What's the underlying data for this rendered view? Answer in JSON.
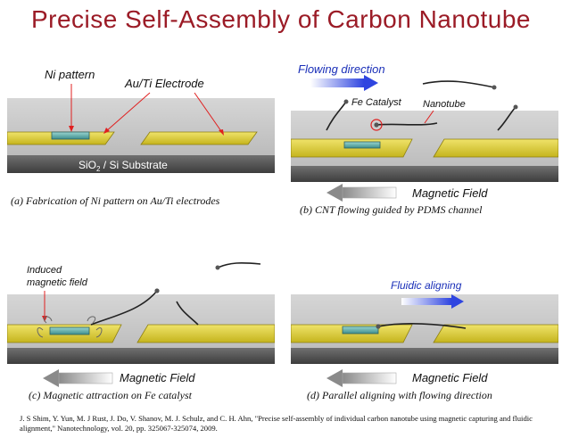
{
  "title": "Precise Self-Assembly of Carbon Nanotube",
  "panels": {
    "a": {
      "caption": "(a) Fabrication of Ni pattern on Au/Ti electrodes",
      "label_ni": "Ni pattern",
      "label_electrode": "Au/Ti Electrode",
      "substrate_a": "SiO",
      "substrate_sub": "2",
      "substrate_b": " / Si  Substrate"
    },
    "b": {
      "caption": "(b) CNT flowing guided by PDMS channel",
      "flow": "Flowing direction",
      "catalyst": "Fe Catalyst",
      "nanotube": "Nanotube",
      "field": "Magnetic Field"
    },
    "c": {
      "caption": "(c) Magnetic attraction on Fe catalyst",
      "induced": "Induced\nmagnetic field",
      "induced_1": "Induced",
      "induced_2": "magnetic field",
      "field": "Magnetic Field"
    },
    "d": {
      "caption": "(d) Parallel aligning with flowing direction",
      "fluidic": "Fluidic aligning",
      "field": "Magnetic Field"
    }
  },
  "reference": "J. S Shim, Y. Yun, M. J Rust, J. Do, V. Shanov, M. J. Schulz, and C. H. Ahn, \"Precise self-assembly of individual carbon nanotube using magnetic capturing and fluidic alignment,\" Nanotechnology, vol. 20, pp. 325067-325074, 2009.",
  "colors": {
    "title": "#9b1b26",
    "electrode": "#d9cc2e",
    "channel": "#c9c9c9",
    "substrate": "#555555",
    "ni_pattern": "#5fb0b0",
    "flow_arrow": "#3a4fd8",
    "field_arrow": "#9a9a9a"
  }
}
